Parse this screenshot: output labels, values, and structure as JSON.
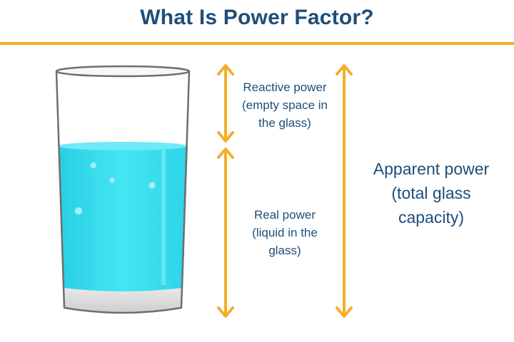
{
  "title": "What Is Power Factor?",
  "colors": {
    "title_text": "#1e4e79",
    "label_text": "#1e4e79",
    "accent_rule": "#f5ae2a",
    "arrow": "#f5ae2a",
    "liquid": "#3fe0f0",
    "glass_outline": "#6e6e6e",
    "glass_base": "#dcdcdc"
  },
  "labels": {
    "reactive": [
      "Reactive power",
      "(empty space in",
      "the glass)"
    ],
    "real": [
      "Real power",
      "(liquid in the",
      "glass)"
    ],
    "apparent": [
      "Apparent power",
      "(total glass",
      "capacity)"
    ]
  },
  "icons": {
    "glass": "water-glass-icon",
    "arrows": "double-headed-arrow-icon"
  }
}
